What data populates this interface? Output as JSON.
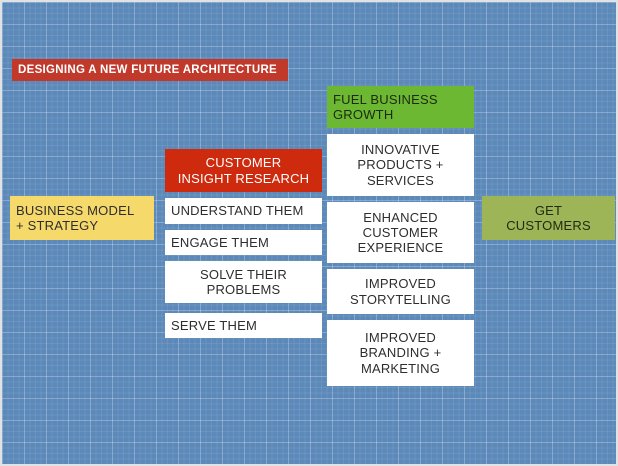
{
  "slide": {
    "banner": "DESIGNING A NEW FUTURE ARCHITECTURE",
    "boxes": {
      "fuel_business_growth": "FUEL BUSINESS\nGROWTH",
      "customer_insight_research": "CUSTOMER\nINSIGHT RESEARCH",
      "business_model_strategy": "BUSINESS MODEL\n+ STRATEGY",
      "understand_them": "UNDERSTAND THEM",
      "engage_them": "ENGAGE THEM",
      "solve_their_problems": "SOLVE THEIR\nPROBLEMS",
      "serve_them": "SERVE THEM",
      "innovative_products_services": "INNOVATIVE\nPRODUCTS +\nSERVICES",
      "enhanced_customer_experience": "ENHANCED\nCUSTOMER\nEXPERIENCE",
      "improved_storytelling": "IMPROVED\nSTORYTELLING",
      "improved_branding_marketing": "IMPROVED\nBRANDING +\nMARKETING",
      "get_customers": "GET\nCUSTOMERS"
    },
    "colors": {
      "background_blue": "#5c89b9",
      "banner_red": "#c0392b",
      "box_red": "#cd2a0e",
      "box_green": "#6cb832",
      "box_yellow": "#f6d96b",
      "box_olive": "#9db457",
      "box_white": "#ffffff"
    }
  }
}
